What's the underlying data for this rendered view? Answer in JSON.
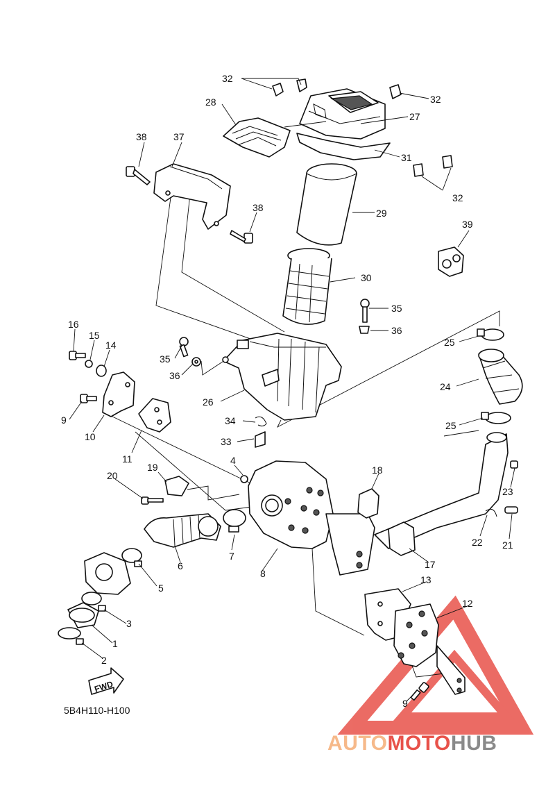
{
  "diagram_code": "5B4H110-H100",
  "fwd_label": "FWD",
  "watermark": {
    "part1": "AUTO",
    "part2": "MOTO",
    "part3": "HUB",
    "color_light": "#f6b98a",
    "color_red": "#e8524a",
    "color_gray": "#8a8a8a"
  },
  "callouts": [
    {
      "id": "c32a",
      "text": "32"
    },
    {
      "id": "c32b",
      "text": "32"
    },
    {
      "id": "c28",
      "text": "28"
    },
    {
      "id": "c27",
      "text": "27"
    },
    {
      "id": "c38a",
      "text": "38"
    },
    {
      "id": "c37",
      "text": "37"
    },
    {
      "id": "c31",
      "text": "31"
    },
    {
      "id": "c32c",
      "text": "32"
    },
    {
      "id": "c29",
      "text": "29"
    },
    {
      "id": "c38b",
      "text": "38"
    },
    {
      "id": "c39",
      "text": "39"
    },
    {
      "id": "c30",
      "text": "30"
    },
    {
      "id": "c35a",
      "text": "35"
    },
    {
      "id": "c36a",
      "text": "36"
    },
    {
      "id": "c16",
      "text": "16"
    },
    {
      "id": "c15",
      "text": "15"
    },
    {
      "id": "c14",
      "text": "14"
    },
    {
      "id": "c25a",
      "text": "25"
    },
    {
      "id": "c35b",
      "text": "35"
    },
    {
      "id": "c36b",
      "text": "36"
    },
    {
      "id": "c24",
      "text": "24"
    },
    {
      "id": "c26",
      "text": "26"
    },
    {
      "id": "c9a",
      "text": "9"
    },
    {
      "id": "c10",
      "text": "10"
    },
    {
      "id": "c34",
      "text": "34"
    },
    {
      "id": "c25b",
      "text": "25"
    },
    {
      "id": "c33",
      "text": "33"
    },
    {
      "id": "c11",
      "text": "11"
    },
    {
      "id": "c4",
      "text": "4"
    },
    {
      "id": "c19",
      "text": "19"
    },
    {
      "id": "c18",
      "text": "18"
    },
    {
      "id": "c20",
      "text": "20"
    },
    {
      "id": "c23",
      "text": "23"
    },
    {
      "id": "c22",
      "text": "22"
    },
    {
      "id": "c21",
      "text": "21"
    },
    {
      "id": "c7",
      "text": "7"
    },
    {
      "id": "c6",
      "text": "6"
    },
    {
      "id": "c17",
      "text": "17"
    },
    {
      "id": "c8",
      "text": "8"
    },
    {
      "id": "c5",
      "text": "5"
    },
    {
      "id": "c13",
      "text": "13"
    },
    {
      "id": "c12",
      "text": "12"
    },
    {
      "id": "c3",
      "text": "3"
    },
    {
      "id": "c1",
      "text": "1"
    },
    {
      "id": "c2",
      "text": "2"
    },
    {
      "id": "c9b",
      "text": "9"
    }
  ]
}
